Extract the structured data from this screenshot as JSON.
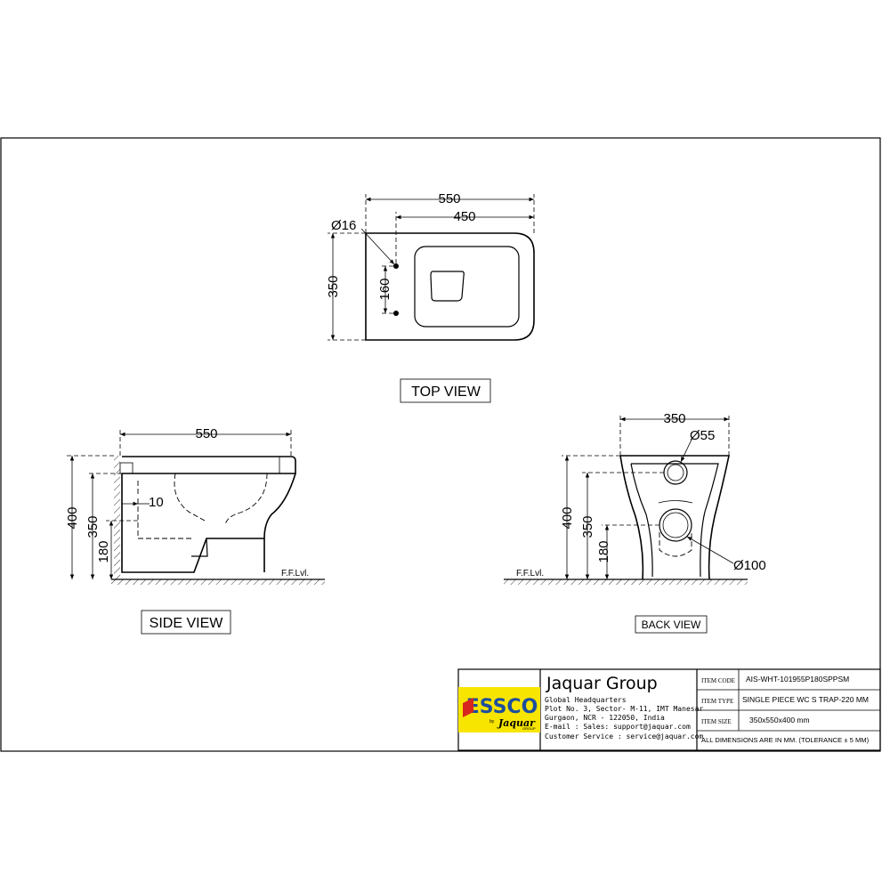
{
  "views": {
    "top": {
      "label": "TOP VIEW",
      "dim_overall_length": "550",
      "dim_seat_length": "450",
      "dim_hole_diameter": "Ø16",
      "dim_width": "350",
      "dim_hole_spacing": "160"
    },
    "side": {
      "label": "SIDE VIEW",
      "dim_length": "550",
      "dim_height": "400",
      "dim_seat_height": "350",
      "dim_trap_height": "180",
      "dim_trap_offset": "10",
      "floor_label": "F.F.Lvl."
    },
    "back": {
      "label": "BACK VIEW",
      "dim_width": "350",
      "dim_inlet_diameter": "Ø55",
      "dim_outlet_diameter": "Ø100",
      "dim_height": "400",
      "dim_inlet_height": "350",
      "dim_outlet_height": "180",
      "floor_label": "F.F.Lvl."
    }
  },
  "title_block": {
    "logo_text": "ESSCO",
    "logo_sub": "Jaquar",
    "logo_by": "by",
    "logo_group": "GROUP",
    "company": "Jaquar Group",
    "address_lines": [
      "Global Headquarters",
      "Plot No. 3, Sector- M-11, IMT Manesar",
      "Gurgaon, NCR - 122050, India",
      "E-mail : Sales: support@jaquar.com",
      "Customer Service : service@jaquar.com"
    ],
    "item_code_label": "ITEM CODE",
    "item_code": "AIS-WHT-101955P180SPPSM",
    "item_type_label": "ITEM TYPE",
    "item_type": "SINGLE PIECE WC S TRAP-220 MM",
    "item_size_label": "ITEM SIZE",
    "item_size": "350x550x400 mm",
    "note": "ALL DIMENSIONS ARE IN MM. (TOLERANCE ± 5 MM)"
  },
  "colors": {
    "logo_bg": "#f7e500",
    "logo_red": "#d7261e",
    "logo_blue": "#1d4e9e"
  }
}
